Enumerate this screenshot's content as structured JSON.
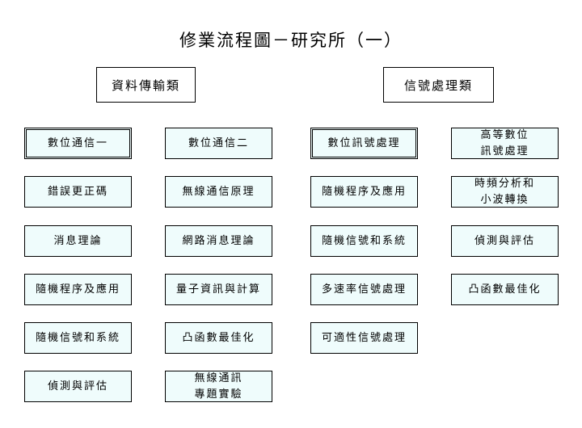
{
  "title": "修業流程圖－研究所（一）",
  "columns": [
    {
      "header": "資料傳輸類"
    },
    {
      "header": "信號處理類"
    }
  ],
  "boxes": [
    [
      "數位通信一",
      "錯誤更正碼",
      "消息理論",
      "隨機程序及應用",
      "隨機信號和系統",
      "偵測與評估"
    ],
    [
      "數位通信二",
      "無線通信原理",
      "網路消息理論",
      "量子資訊與計算",
      "凸函數最佳化",
      "無線通訊\n專題實驗"
    ],
    [
      "數位訊號處理",
      "隨機程序及應用",
      "隨機信號和系統",
      "多速率信號處理",
      "可適性信號處理"
    ],
    [
      "高等數位\n訊號處理",
      "時頻分析和\n小波轉換",
      "偵測與評估",
      "凸函數最佳化"
    ]
  ]
}
